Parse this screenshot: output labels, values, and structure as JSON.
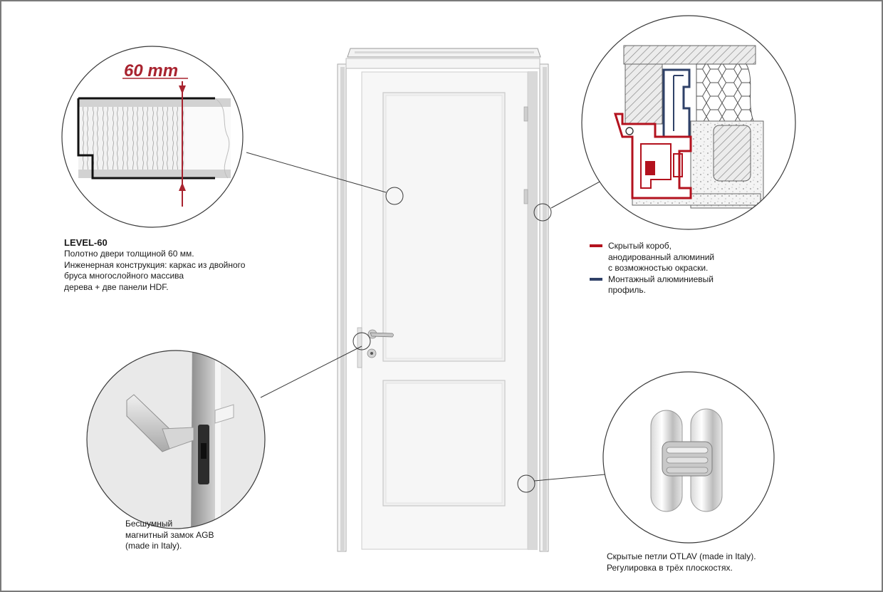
{
  "colors": {
    "dimension_red": "#a8232f",
    "hidden_frame_red": "#b3121e",
    "mounting_profile_blue": "#2f4168",
    "door_white": "#f7f7f7",
    "callout_line": "#3a3a3a"
  },
  "panel_callout": {
    "dimension_label": "60 mm",
    "title": "LEVEL-60",
    "lines": [
      "Полотно двери толщиной 60 мм.",
      "Инженерная конструкция: каркас из двойного",
      "бруса многослойного массива",
      "дерева + две панели HDF."
    ]
  },
  "frame_callout": {
    "legend": [
      {
        "color_key": "hidden_frame_red",
        "lines": [
          "Скрытый короб,",
          "анодированный алюминий",
          "с возможностью окраски."
        ]
      },
      {
        "color_key": "mounting_profile_blue",
        "lines": [
          "Монтажный алюминиевый",
          "профиль."
        ]
      }
    ]
  },
  "lock_callout": {
    "lines": [
      "Бесшумный",
      "магнитный замок AGB",
      "(made in Italy)."
    ]
  },
  "hinge_callout": {
    "lines": [
      "Скрытые петли OTLAV (made in Italy).",
      "Регулировка в трёх плоскостях."
    ]
  }
}
